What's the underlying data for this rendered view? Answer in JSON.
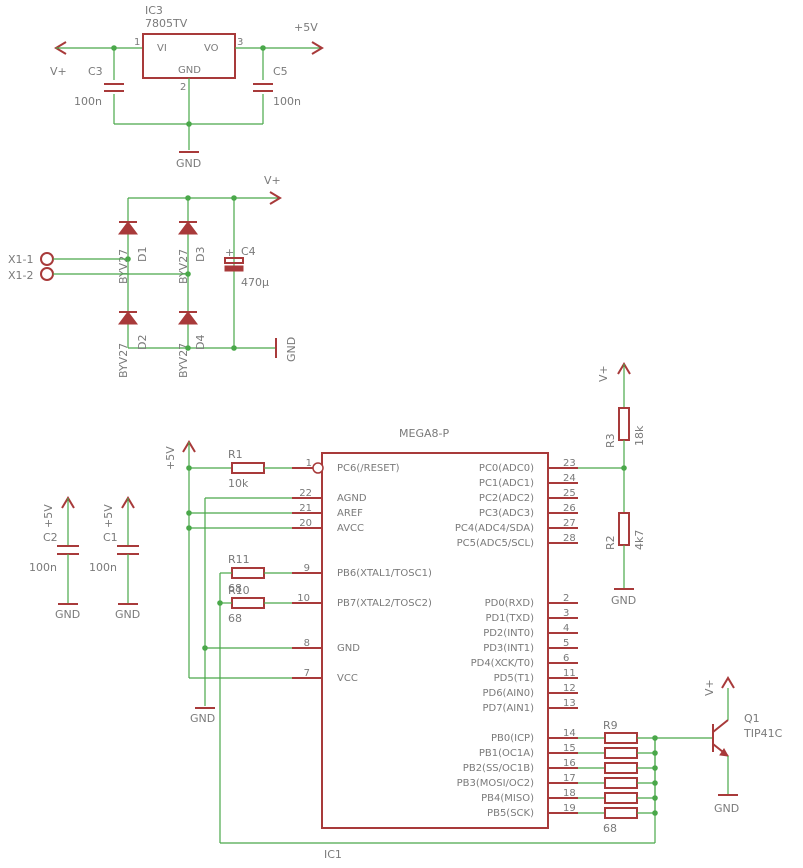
{
  "regulator": {
    "name": "IC3",
    "value": "7805TV",
    "pin_vi": "VI",
    "pin_vo": "VO",
    "pin_gnd": "GND",
    "pin1": "1",
    "pin2": "2",
    "pin3": "3"
  },
  "supply_labels": {
    "plus5v": "+5V",
    "vplus": "V+",
    "gnd": "GND"
  },
  "caps": {
    "c3": {
      "name": "C3",
      "value": "100n"
    },
    "c5": {
      "name": "C5",
      "value": "100n"
    },
    "c4": {
      "name": "C4",
      "value": "470µ",
      "polarity": "+"
    },
    "c2": {
      "name": "C2",
      "value": "100n"
    },
    "c1": {
      "name": "C1",
      "value": "100n"
    }
  },
  "diodes": {
    "d1": {
      "name": "D1",
      "value": "BYV27"
    },
    "d2": {
      "name": "D2",
      "value": "BYV27"
    },
    "d3": {
      "name": "D3",
      "value": "BYV27"
    },
    "d4": {
      "name": "D4",
      "value": "BYV27"
    }
  },
  "connector": {
    "pin1": "X1-1",
    "pin2": "X1-2"
  },
  "resistors": {
    "r1": {
      "name": "R1",
      "value": "10k"
    },
    "r2": {
      "name": "R2",
      "value": "4k7"
    },
    "r3": {
      "name": "R3",
      "value": "18k"
    },
    "r9": {
      "name": "R9",
      "value": "68"
    },
    "r10": {
      "name": "R10",
      "value": "68"
    },
    "r11": {
      "name": "R11",
      "value": "68"
    }
  },
  "transistor": {
    "name": "Q1",
    "value": "TIP41C"
  },
  "mcu": {
    "title": "MEGA8-P",
    "ref": "IC1",
    "left_pins": [
      {
        "num": "1",
        "label": "PC6(/RESET)"
      },
      {
        "num": "22",
        "label": "AGND"
      },
      {
        "num": "21",
        "label": "AREF"
      },
      {
        "num": "20",
        "label": "AVCC"
      },
      {
        "num": "9",
        "label": "PB6(XTAL1/TOSC1)"
      },
      {
        "num": "10",
        "label": "PB7(XTAL2/TOSC2)"
      },
      {
        "num": "8",
        "label": "GND"
      },
      {
        "num": "7",
        "label": "VCC"
      }
    ],
    "right_pins": [
      {
        "num": "23",
        "label": "PC0(ADC0)"
      },
      {
        "num": "24",
        "label": "PC1(ADC1)"
      },
      {
        "num": "25",
        "label": "PC2(ADC2)"
      },
      {
        "num": "26",
        "label": "PC3(ADC3)"
      },
      {
        "num": "27",
        "label": "PC4(ADC4/SDA)"
      },
      {
        "num": "28",
        "label": "PC5(ADC5/SCL)"
      },
      {
        "num": "2",
        "label": "PD0(RXD)"
      },
      {
        "num": "3",
        "label": "PD1(TXD)"
      },
      {
        "num": "4",
        "label": "PD2(INT0)"
      },
      {
        "num": "5",
        "label": "PD3(INT1)"
      },
      {
        "num": "6",
        "label": "PD4(XCK/T0)"
      },
      {
        "num": "11",
        "label": "PD5(T1)"
      },
      {
        "num": "12",
        "label": "PD6(AIN0)"
      },
      {
        "num": "13",
        "label": "PD7(AIN1)"
      },
      {
        "num": "14",
        "label": "PB0(ICP)"
      },
      {
        "num": "15",
        "label": "PB1(OC1A)"
      },
      {
        "num": "16",
        "label": "PB2(SS/OC1B)"
      },
      {
        "num": "17",
        "label": "PB3(MOSI/OC2)"
      },
      {
        "num": "18",
        "label": "PB4(MISO)"
      },
      {
        "num": "19",
        "label": "PB5(SCK)"
      }
    ]
  }
}
